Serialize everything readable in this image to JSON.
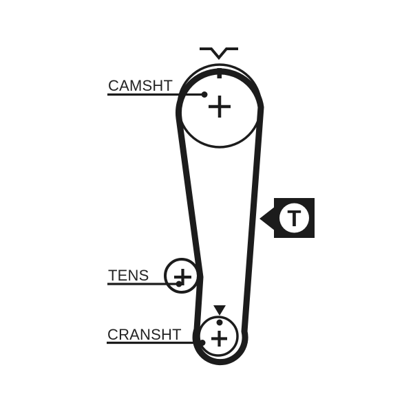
{
  "diagram": {
    "type": "timing-belt-routing-diagram",
    "background_color": "#ffffff",
    "line_color": "#1c1c1c",
    "text_color": "#232323",
    "labels": {
      "camshaft": "CAMSHT",
      "tensioner": "TENS",
      "crankshaft": "CRANSHT",
      "tension_marker": "T"
    },
    "marks": {
      "camshaft_center": "crosshair",
      "camshaft_timing": "v-notch-and-tick",
      "crankshaft_center": "crosshair",
      "crankshaft_timing": "down-triangle-and-dot",
      "tensioner_center": "crosshair"
    }
  }
}
